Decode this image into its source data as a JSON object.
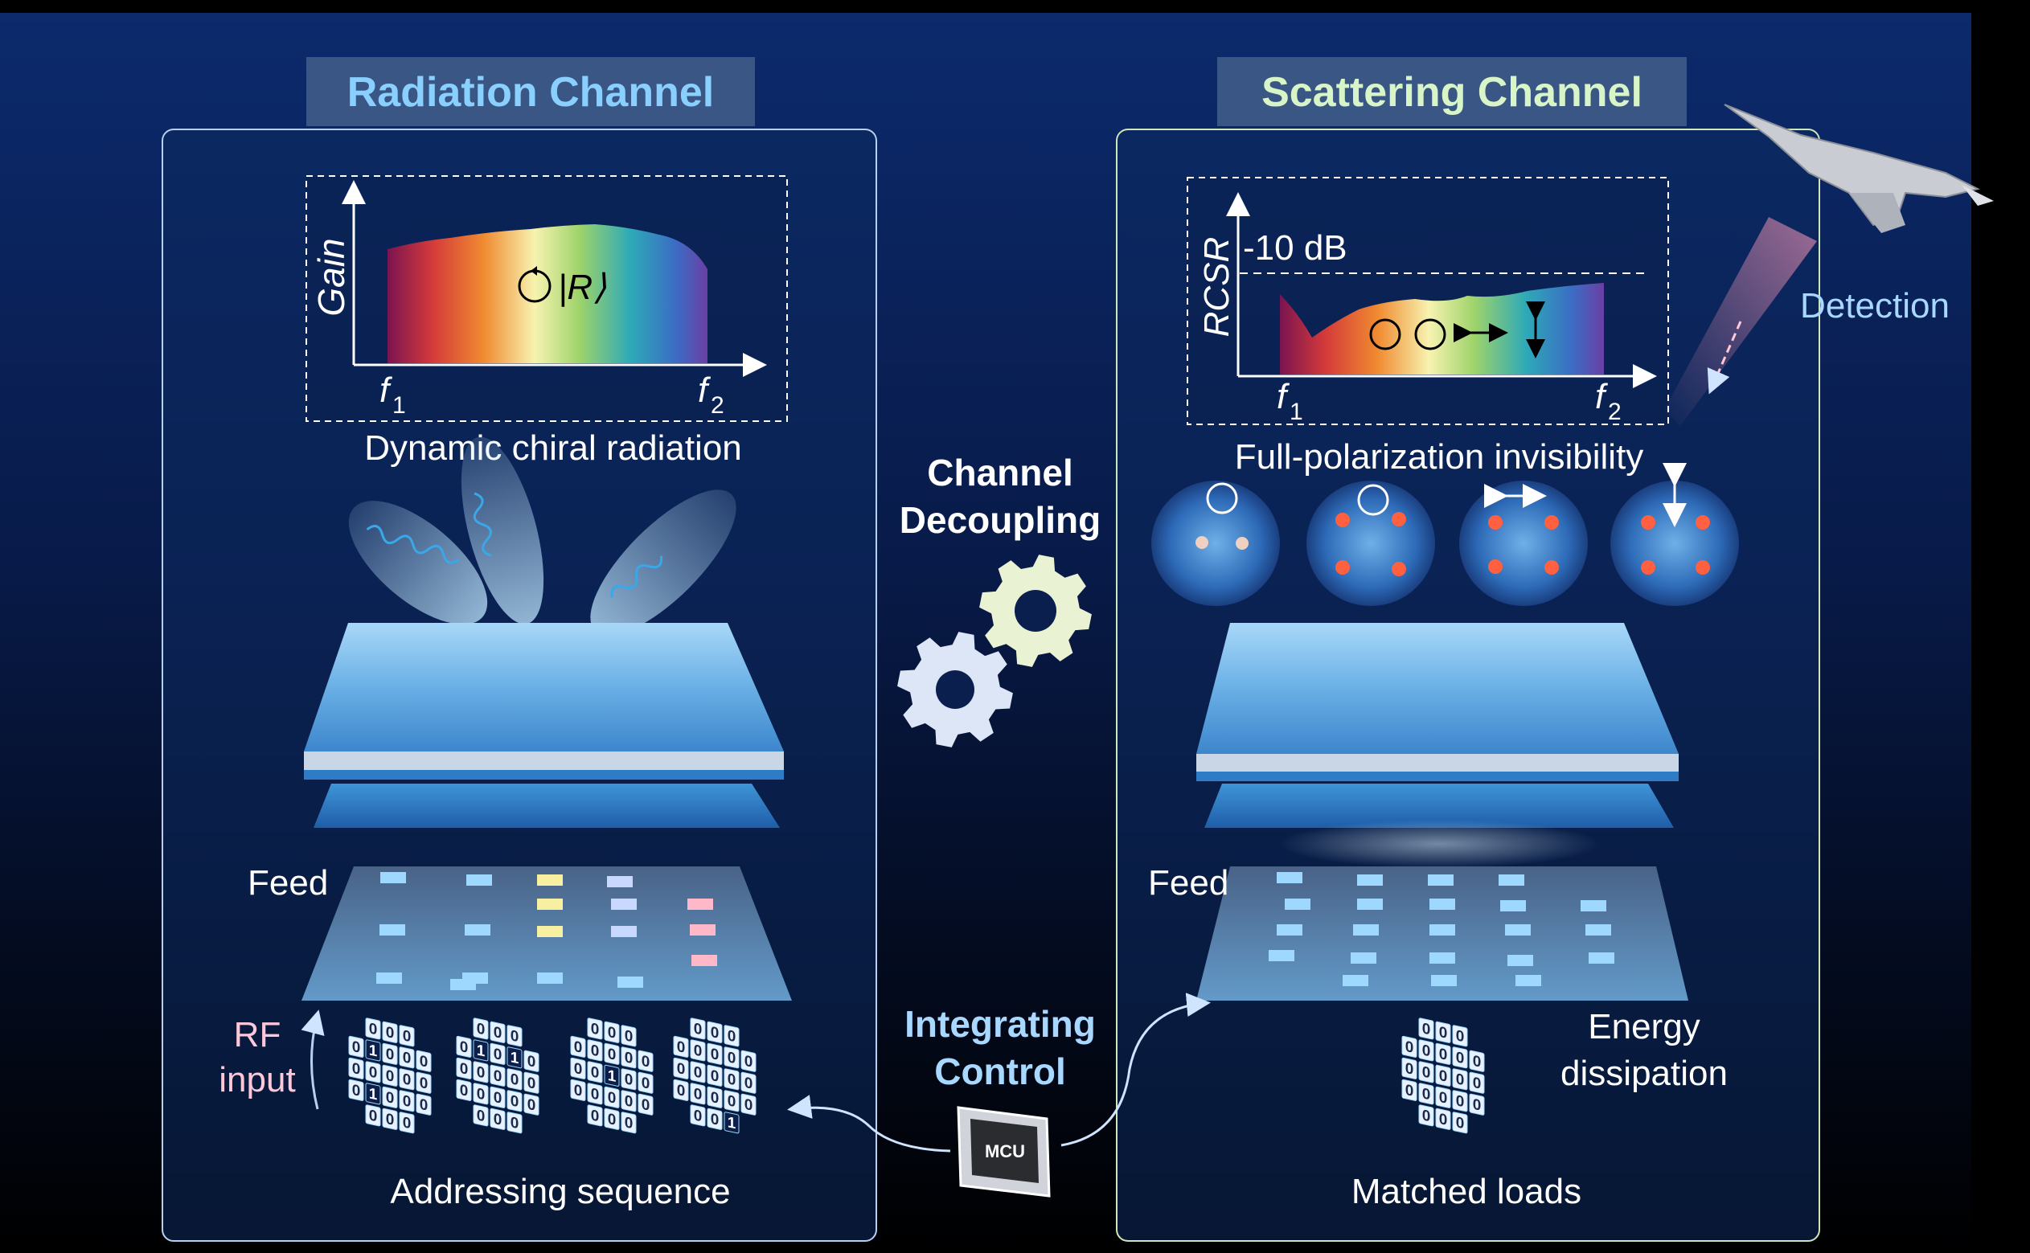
{
  "titles": {
    "radiation": "Radiation Channel",
    "scattering": "Scattering Channel"
  },
  "radiation": {
    "plot": {
      "ylabel": "Gain",
      "x_start": "f",
      "x_start_sub": "1",
      "x_end": "f",
      "x_end_sub": "2",
      "state_label": "|R⟩"
    },
    "caption": "Dynamic chiral radiation",
    "feed_label": "Feed",
    "rf_line1": "RF",
    "rf_line2": "input",
    "sequence_caption": "Addressing sequence",
    "coding_patterns": [
      [
        [
          "0",
          "0",
          "0"
        ],
        [
          "0",
          "1",
          "0",
          "0",
          "0"
        ],
        [
          "0",
          "0",
          "0",
          "0",
          "0"
        ],
        [
          "0",
          "1",
          "0",
          "0",
          "0"
        ],
        [
          "0",
          "0",
          "0"
        ]
      ],
      [
        [
          "0",
          "0",
          "0"
        ],
        [
          "0",
          "1",
          "0",
          "1",
          "0"
        ],
        [
          "0",
          "0",
          "0",
          "0",
          "0"
        ],
        [
          "0",
          "0",
          "0",
          "0",
          "0"
        ],
        [
          "0",
          "0",
          "0"
        ]
      ],
      [
        [
          "0",
          "0",
          "0"
        ],
        [
          "0",
          "0",
          "0",
          "0",
          "0"
        ],
        [
          "0",
          "0",
          "1",
          "0",
          "0"
        ],
        [
          "0",
          "0",
          "0",
          "0",
          "0"
        ],
        [
          "0",
          "0",
          "0"
        ]
      ],
      [
        [
          "0",
          "0",
          "0"
        ],
        [
          "0",
          "0",
          "0",
          "0",
          "0"
        ],
        [
          "0",
          "0",
          "0",
          "0",
          "0"
        ],
        [
          "0",
          "0",
          "0",
          "0",
          "0"
        ],
        [
          "0",
          "0",
          "1"
        ]
      ]
    ]
  },
  "scattering": {
    "plot": {
      "ylabel": "RCSR",
      "threshold": "-10 dB",
      "x_start": "f",
      "x_start_sub": "1",
      "x_end": "f",
      "x_end_sub": "2"
    },
    "caption": "Full-polarization invisibility",
    "feed_label": "Feed",
    "detection": "Detection",
    "energy_line1": "Energy",
    "energy_line2": "dissipation",
    "loads_caption": "Matched loads",
    "load_pattern": [
      [
        "0",
        "0",
        "0"
      ],
      [
        "0",
        "0",
        "0",
        "0",
        "0"
      ],
      [
        "0",
        "0",
        "0",
        "0",
        "0"
      ],
      [
        "0",
        "0",
        "0",
        "0",
        "0"
      ],
      [
        "0",
        "0",
        "0"
      ]
    ]
  },
  "center": {
    "decoupling_line1": "Channel",
    "decoupling_line2": "Decoupling",
    "control_line1": "Integrating",
    "control_line2": "Control",
    "mcu": "MCU"
  },
  "colors": {
    "title_box": "#3a5685",
    "title_radiation": "#8ad0ff",
    "title_scattering": "#d8f5c8",
    "accent_label": "#a8d8ff",
    "rf_text": "#ffc8d8",
    "gear_light": "#e9f2d2",
    "gear_blue": "#dce6f7"
  }
}
